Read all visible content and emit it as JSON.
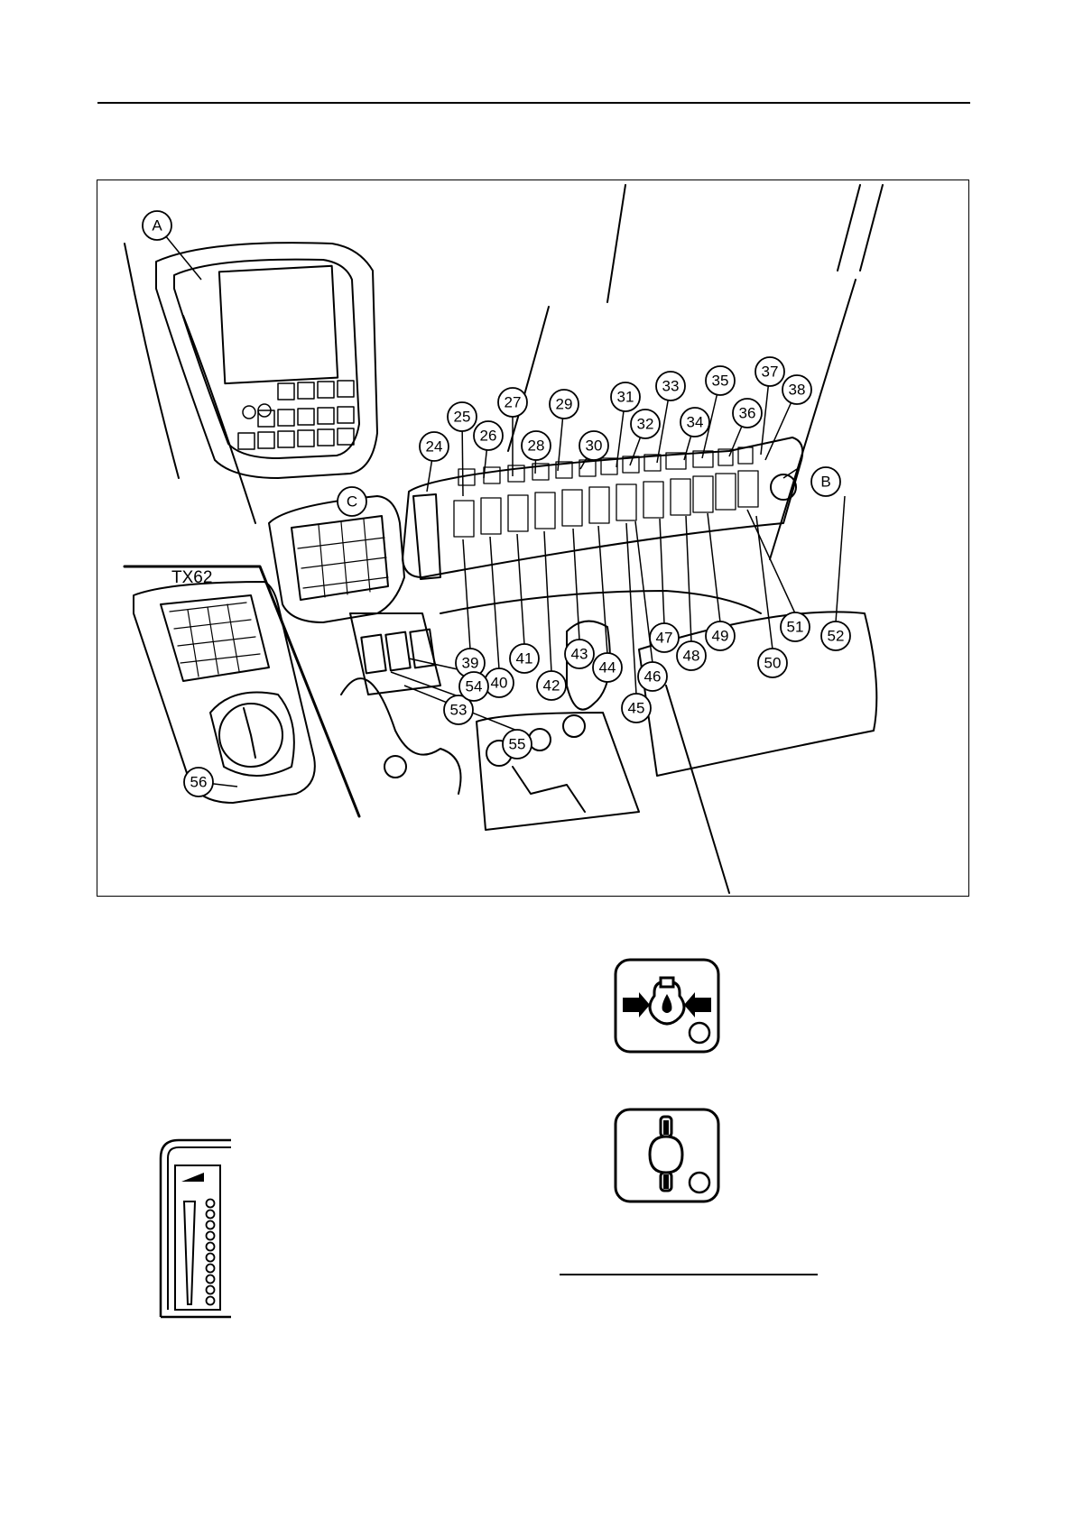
{
  "figure": {
    "model_label": "TX62",
    "letter_callouts": [
      "A",
      "B",
      "C"
    ],
    "numbered_callouts": [
      "24",
      "25",
      "26",
      "27",
      "28",
      "29",
      "30",
      "31",
      "32",
      "33",
      "34",
      "35",
      "36",
      "37",
      "38",
      "39",
      "40",
      "41",
      "42",
      "43",
      "44",
      "45",
      "46",
      "47",
      "48",
      "49",
      "50",
      "51",
      "52",
      "53",
      "54",
      "55",
      "56"
    ]
  },
  "symbols": {
    "engine_oil_pressure": {
      "icon": "oil-pressure-icon"
    },
    "coolant_temperature": {
      "icon": "coolant-temperature-icon"
    },
    "fuel_gauge": {
      "icon": "fuel-level-gauge-icon"
    }
  }
}
